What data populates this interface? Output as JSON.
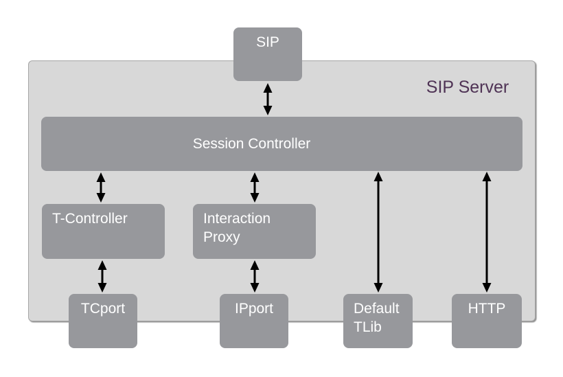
{
  "diagram": {
    "title": "SIP Server",
    "nodes": {
      "sip": {
        "label": "SIP"
      },
      "session_controller": {
        "label": "Session Controller"
      },
      "t_controller": {
        "label": "T-Controller"
      },
      "interaction_proxy": {
        "label": "Interaction Proxy"
      },
      "tcport": {
        "label": "TCport"
      },
      "ipport": {
        "label": "IPport"
      },
      "default_tlib": {
        "label": "Default TLib"
      },
      "http": {
        "label": "HTTP"
      }
    },
    "connections": [
      {
        "from": "SIP",
        "to": "Session Controller",
        "style": "double-headed-arrow"
      },
      {
        "from": "Session Controller",
        "to": "T-Controller",
        "style": "double-headed-arrow"
      },
      {
        "from": "Session Controller",
        "to": "Interaction Proxy",
        "style": "double-headed-arrow"
      },
      {
        "from": "Session Controller",
        "to": "Default TLib",
        "style": "double-headed-arrow"
      },
      {
        "from": "Session Controller",
        "to": "HTTP",
        "style": "double-headed-arrow"
      },
      {
        "from": "T-Controller",
        "to": "TCport",
        "style": "double-headed-arrow"
      },
      {
        "from": "Interaction Proxy",
        "to": "IPport",
        "style": "double-headed-arrow"
      }
    ],
    "colors": {
      "node_fill": "#97989c",
      "node_text": "#ffffff",
      "container_fill": "#d8d8d8",
      "container_border": "#a6a6a6",
      "title_text": "#4f3355",
      "arrow": "#000000",
      "page_background": "#ffffff"
    }
  }
}
